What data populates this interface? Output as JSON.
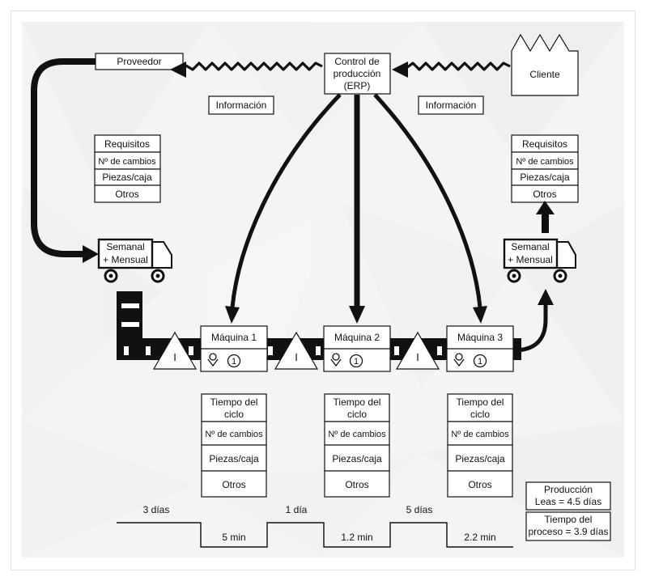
{
  "colors": {
    "ink": "#111111",
    "background": "#f4f4f4",
    "accent": "#ffffff"
  },
  "supplier": {
    "label": "Proveedor"
  },
  "customer": {
    "label": "Cliente"
  },
  "control": {
    "line1": "Control de",
    "line2": "producción",
    "line3": "(ERP)"
  },
  "information": {
    "left": "Información",
    "right": "Información"
  },
  "supplier_data": [
    "Requisitos",
    "Nº de cambios",
    "Piezas/caja",
    "Otros"
  ],
  "customer_data": [
    "Requisitos",
    "Nº de cambios",
    "Piezas/caja",
    "Otros"
  ],
  "trucks": {
    "inbound": {
      "line1": "Semanal",
      "line2": "+ Mensual"
    },
    "outbound": {
      "line1": "Semanal",
      "line2": "+ Mensual"
    }
  },
  "inventory_symbol": "I",
  "operator_number": "1",
  "machines": [
    {
      "name": "Máquina 1",
      "data": [
        "Tiempo del",
        "ciclo",
        "Nº de cambios",
        "Piezas/caja",
        "Otros"
      ]
    },
    {
      "name": "Máquina 2",
      "data": [
        "Tiempo del",
        "ciclo",
        "Nº de cambios",
        "Piezas/caja",
        "Otros"
      ]
    },
    {
      "name": "Máquina 3",
      "data": [
        "Tiempo del",
        "ciclo",
        "Nº de cambios",
        "Piezas/caja",
        "Otros"
      ]
    }
  ],
  "timeline": {
    "waits": [
      "3 días",
      "1 día",
      "5 días"
    ],
    "process": [
      "5 min",
      "1.2 min",
      "2.2 min"
    ]
  },
  "summary": {
    "lead_line1": "Producción",
    "lead_line2": "Leas = 4.5 días",
    "process_line1": "Tiempo del",
    "process_line2": "proceso = 3.9 días"
  }
}
